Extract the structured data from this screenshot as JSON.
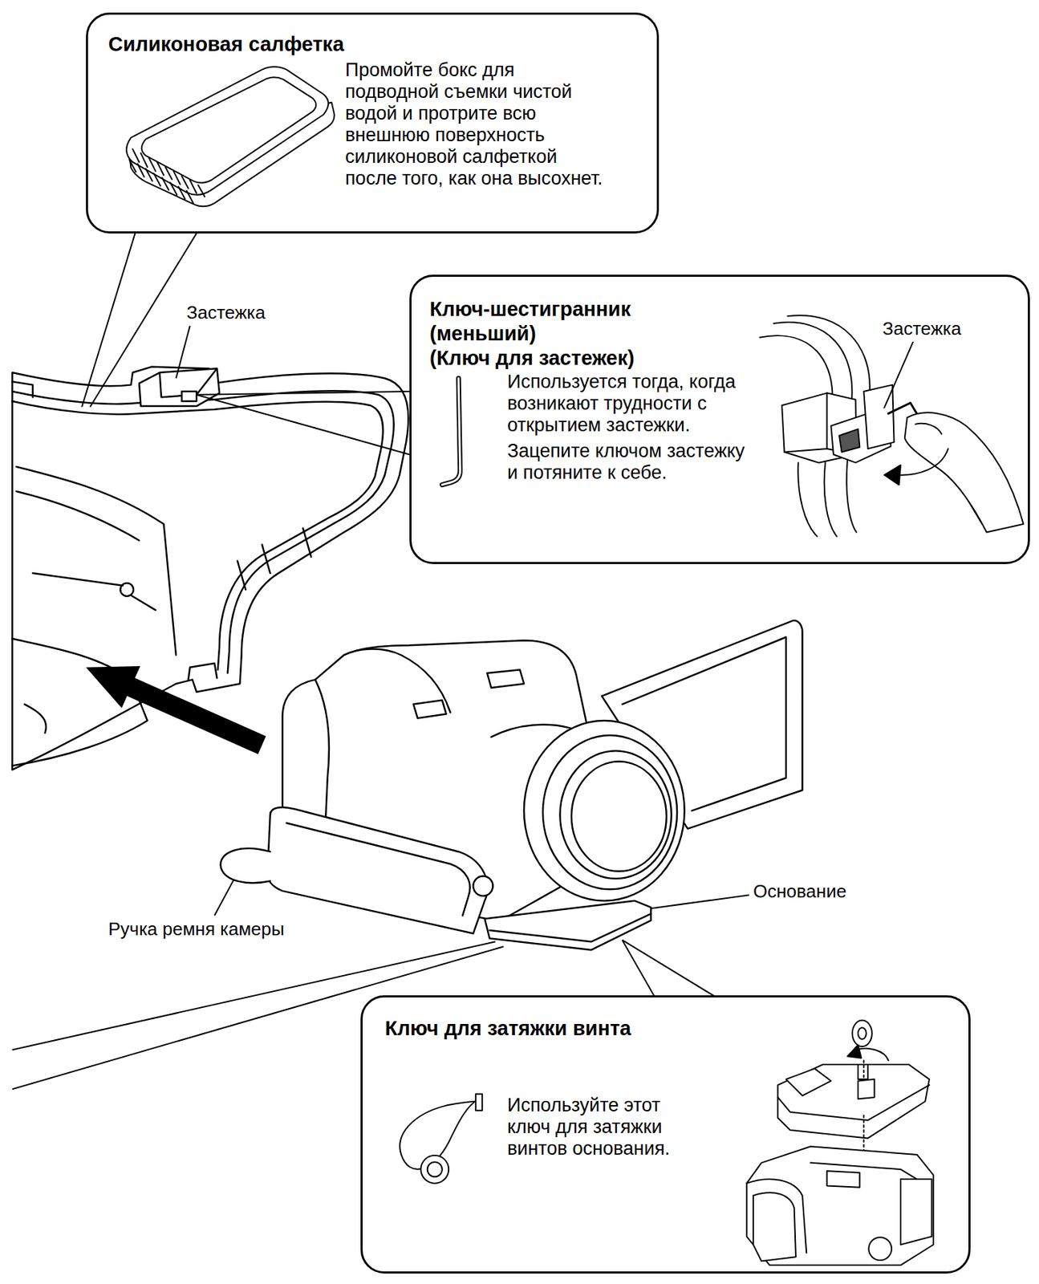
{
  "diagram": {
    "nodes": [
      {
        "text": [
          "Силиконовая салфетка",
          "Промойте бокс для подводной съемки чистой водой и протрите всю внешнюю поверхность силиконовой салфеткой после того, как она высохнет."
        ]
      },
      {
        "text": [
          "Ключ-шестигранник (меньший)",
          "(Ключ для застежек)",
          "Используется тогда, когда возникают трудности с открытием застежки.",
          "Зацепите ключом застежку и потяните к себе."
        ]
      },
      {
        "text": [
          "Ключ для затяжки винта",
          "Используйте этот ключ для затяжки винтов основания."
        ]
      }
    ],
    "labels": [
      "Застежка",
      "Застежка",
      "Основание",
      "Ручка ремня камеры"
    ]
  }
}
